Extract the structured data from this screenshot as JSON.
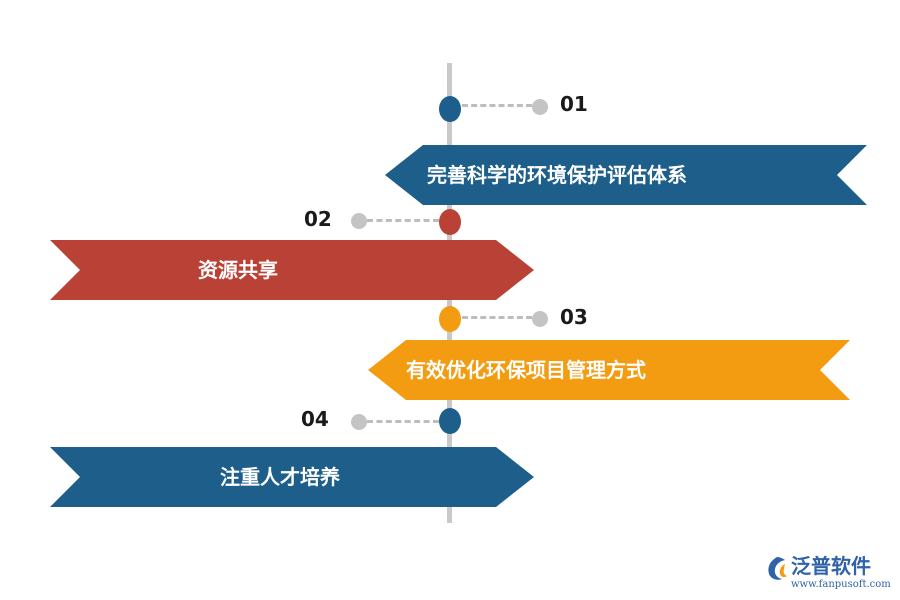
{
  "colors": {
    "blue": "#1d5f8a",
    "red": "#b94136",
    "orange": "#f39c12",
    "axis": "#c9c9c9",
    "connector": "#bdbdbd",
    "logo": "#2f62a8"
  },
  "steps": [
    {
      "number": "01",
      "label": "完善科学的环境保护评估体系",
      "color": "#1d5f8a",
      "side": "right"
    },
    {
      "number": "02",
      "label": "资源共享",
      "color": "#b94136",
      "side": "left"
    },
    {
      "number": "03",
      "label": "有效优化环保项目管理方式",
      "color": "#f39c12",
      "side": "right"
    },
    {
      "number": "04",
      "label": "注重人才培养",
      "color": "#1d5f8a",
      "side": "left"
    }
  ],
  "logo": {
    "name": "泛普软件",
    "url": "www.fanpusoft.com"
  }
}
